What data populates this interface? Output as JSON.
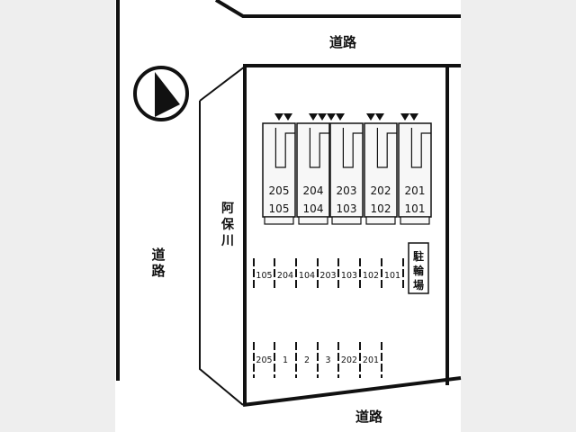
{
  "labels": {
    "road_top": "道路",
    "road_left": "道路",
    "road_bottom": "道路",
    "river": "阿保川",
    "bike_parking": "駐輪場"
  },
  "building": {
    "upper_units": [
      "205",
      "204",
      "203",
      "202",
      "201"
    ],
    "lower_units": [
      "105",
      "104",
      "103",
      "102",
      "101"
    ]
  },
  "parking_row1": [
    "105",
    "204",
    "104",
    "203",
    "103",
    "102",
    "101"
  ],
  "parking_row2": [
    "205",
    "1",
    "2",
    "3",
    "202",
    "201"
  ],
  "icons": {
    "compass": "north-arrow-icon",
    "entrance": "entrance-triangle-icon"
  }
}
